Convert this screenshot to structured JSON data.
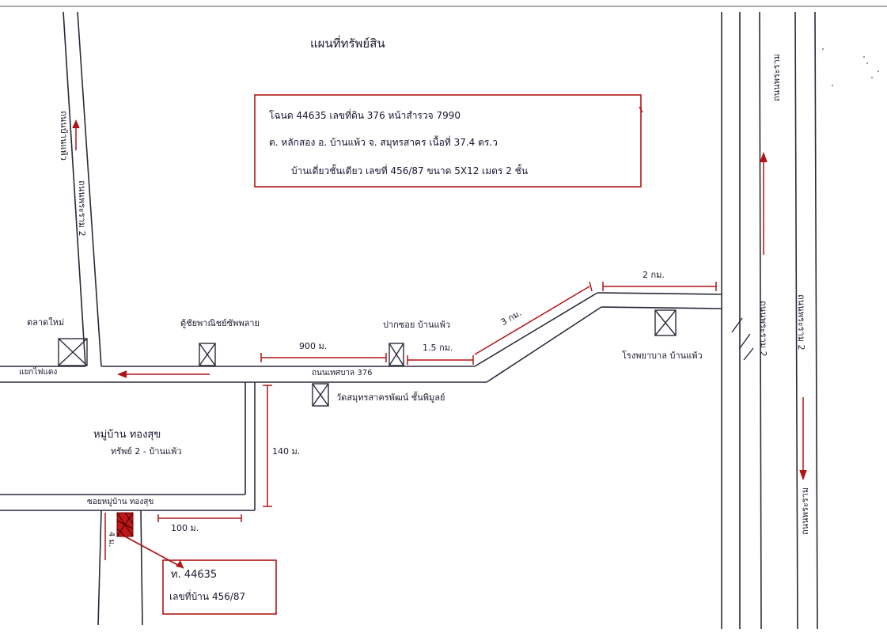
{
  "title": "แผนที่ทรัพย์สิน",
  "info_box": {
    "line1": "โฉนด 44635 เลขที่ดิน 376 หน้าสำรวจ 7990",
    "line2": "ต. หลักสอง อ. บ้านแพ้ว จ. สมุทรสาคร เนื้อที่ 37.4 ตร.ว",
    "line3": "บ้านเดี่ยวชั้นเดียว เลขที่ 456/87 ขนาด 5X12 เมตร 2 ชั้น"
  },
  "labels": {
    "left_road_vertical": "ถนนบ้านแพ้ว",
    "left_road_lower": "ถนนพระราม 2",
    "market_left": "ตลาดใหม่",
    "junction_left": "แยกไฟแดง",
    "shop": "ตู้ชัยพาณิชย์ซัพพลาย",
    "ban_phaeo_mouth": "ปากซอย บ้านแพ้ว",
    "road_name": "ถนนเทศบาล 376",
    "temple": "วัดสมุทรสาครพัฒน์ ชั้นพิมูลย์",
    "village": "หมู่บ้าน ทองสุข",
    "village_sub": "ทรัพย์ 2 - บ้านแพ้ว",
    "soi": "ซอยหมู่บ้าน ทองสุข",
    "hospital": "โรงพยาบาล บ้านแพ้ว",
    "highway_top": "ถนนพระราม",
    "highway_a": "ถนนพระราม 2",
    "highway_b": "ถนนพระราม 2",
    "highway_bottom": "ถนนพระราม",
    "lane": "4 ม."
  },
  "distances": {
    "d1": "900 ม.",
    "d2": "1.5 กม.",
    "d3": "3 กม.",
    "d4": "2 กม.",
    "d5": "140 ม.",
    "d6": "100 ม."
  },
  "property_box": {
    "deed": "ท. 44635",
    "house_no": "เลขที่บ้าน 456/87"
  },
  "colors": {
    "ink": "#1a1a2e",
    "red_ink": "#b01515",
    "property_fill": "#c01818"
  }
}
